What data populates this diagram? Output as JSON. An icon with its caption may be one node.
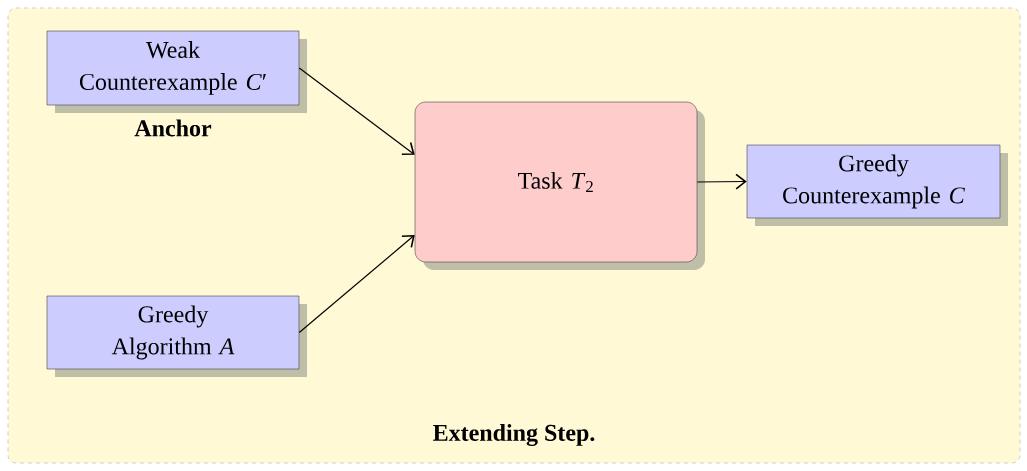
{
  "diagram": {
    "nodes": [
      {
        "text": [
          "Extending Step."
        ]
      },
      {
        "text": [
          "Weak Counterexample *C*′"
        ],
        "in": 0,
        "beside": [
          "Anchor"
        ]
      },
      {
        "text": [
          "Greedy Algorithm *A*"
        ],
        "in": 0
      },
      {
        "text": [
          "Task *T*$_{2}$"
        ],
        "in": 0
      },
      {
        "text": [
          "Greedy Counterexample *C*"
        ],
        "in": 0
      }
    ],
    "edges": [
      {
        "from": 1,
        "to": 3,
        "arrow": "to"
      },
      {
        "from": 2,
        "to": 3,
        "arrow": "to"
      },
      {
        "from": 3,
        "to": 4,
        "arrow": "to"
      }
    ]
  }
}
